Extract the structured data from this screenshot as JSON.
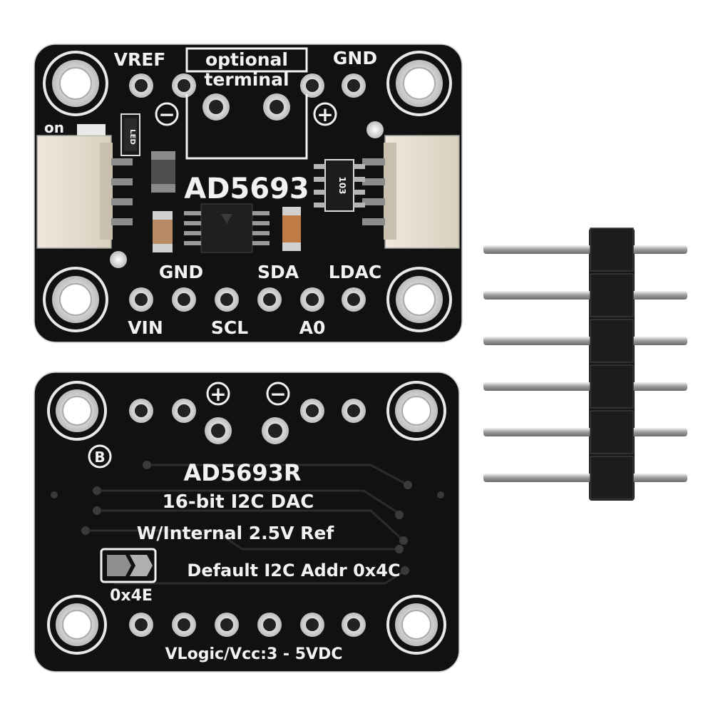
{
  "front": {
    "chip_label": "AD5693",
    "vref": "VREF",
    "optional": "optional",
    "terminal": "terminal",
    "gnd_top": "GND",
    "minus": "−",
    "plus": "+",
    "on": "on",
    "resistor": "103",
    "led_ref": "LED",
    "gnd_bottom": "GND",
    "sda": "SDA",
    "ldac": "LDAC",
    "vin": "VIN",
    "scl": "SCL",
    "a0": "A0"
  },
  "back": {
    "plus": "+",
    "minus": "−",
    "b": "B",
    "title": "AD5693R",
    "line1": "16-bit  I2C DAC",
    "line2": "W/Internal 2.5V Ref",
    "default_addr": "Default I2C Addr 0x4C",
    "alt_addr": "0x4E",
    "vlogic": "VLogic/Vcc:3 - 5VDC"
  },
  "header": {
    "pin_count": 6
  }
}
